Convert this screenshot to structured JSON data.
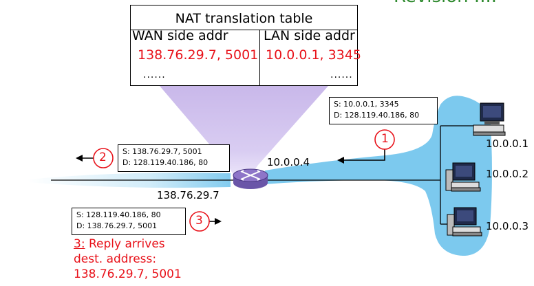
{
  "header": {
    "title": "Revision ...."
  },
  "nat_table": {
    "title": "NAT translation table",
    "col_wan": "WAN side addr",
    "col_lan": "LAN side addr",
    "row_wan": "138.76.29.7, 5001",
    "row_lan": "10.0.0.1, 3345",
    "dots_wan": "......",
    "dots_lan": "......"
  },
  "packet_1": {
    "src": "S: 10.0.0.1, 3345",
    "dst": "D: 128.119.40.186, 80",
    "step": "1"
  },
  "packet_2": {
    "src": "S: 138.76.29.7, 5001",
    "dst": "D: 128.119.40.186, 80",
    "step": "2"
  },
  "packet_3": {
    "src": "S: 128.119.40.186, 80",
    "dst": "D: 138.76.29.7, 5001",
    "step": "3"
  },
  "router": {
    "lan_ip": "10.0.0.4",
    "wan_ip": "138.76.29.7"
  },
  "hosts": [
    {
      "ip": "10.0.0.1"
    },
    {
      "ip": "10.0.0.2"
    },
    {
      "ip": "10.0.0.3"
    }
  ],
  "reply_note": {
    "number": "3:",
    "line1": "Reply arrives",
    "line2": "dest. address:",
    "line3": "138.76.29.7, 5001"
  },
  "colors": {
    "accent_red": "#e8121a",
    "lan_blue": "#7cc9ee",
    "router": "#8e75c8",
    "title_green": "#2f8a2f"
  }
}
